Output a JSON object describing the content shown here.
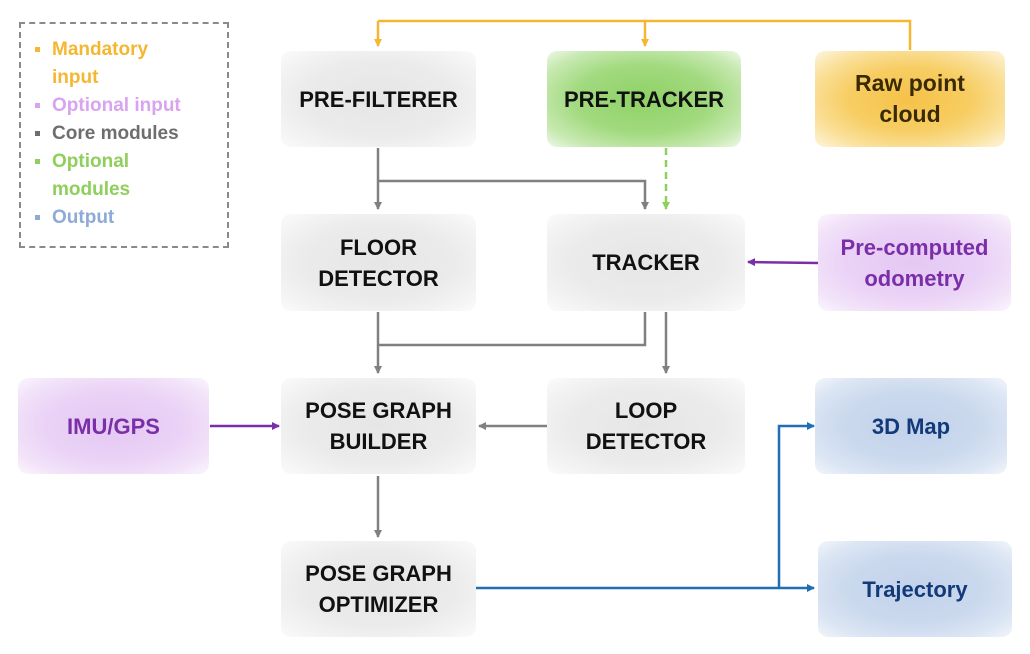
{
  "legend": {
    "items": [
      {
        "label": "Mandatory\ninput",
        "color": "#f5b731"
      },
      {
        "label": "Optional input",
        "color": "#d9a3ef"
      },
      {
        "label": "Core modules",
        "color": "#6e6e6e"
      },
      {
        "label": "Optional\nmodules",
        "color": "#8fcf5c"
      },
      {
        "label": "Output",
        "color": "#8eaad6"
      }
    ]
  },
  "nodes": {
    "pre_filterer": "PRE-FILTERER",
    "pre_tracker": "PRE-TRACKER",
    "raw_point_cloud": "Raw point\ncloud",
    "floor_detector": "FLOOR\nDETECTOR",
    "tracker": "TRACKER",
    "pre_computed_odometry": "Pre-computed\nodometry",
    "imu_gps": "IMU/GPS",
    "pose_graph_builder": "POSE GRAPH\nBUILDER",
    "loop_detector": "LOOP\nDETECTOR",
    "map_3d": "3D Map",
    "pose_graph_optimizer": "POSE GRAPH\nOPTIMIZER",
    "trajectory": "Trajectory"
  },
  "colors": {
    "mandatory_link": "#f5b731",
    "core_link": "#808080",
    "optional_module_link": "#8fcf5c",
    "optional_input_link": "#7a2fa8",
    "output_link": "#1f6fb5"
  }
}
